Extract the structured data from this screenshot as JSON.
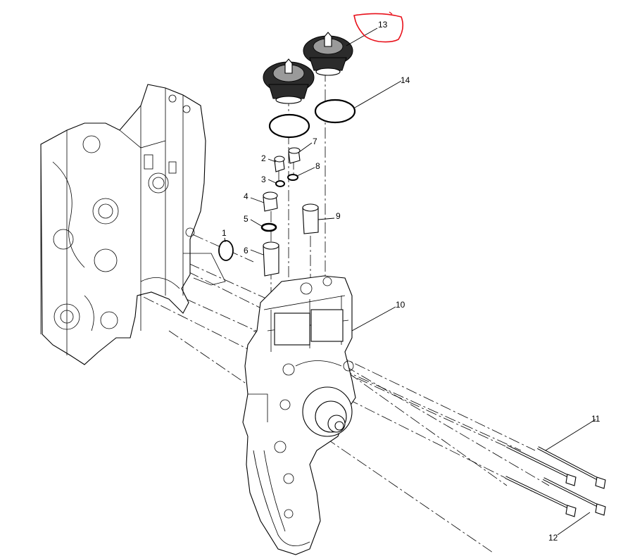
{
  "callouts": {
    "c1": "1",
    "c2": "2",
    "c3": "3",
    "c4": "4",
    "c5": "5",
    "c6": "6",
    "c7": "7",
    "c8": "8",
    "c9": "9",
    "c10": "10",
    "c11": "11",
    "c12": "12",
    "c13": "13",
    "c14": "14"
  },
  "colors": {
    "line": "#000000",
    "background": "#ffffff",
    "highlight": "#e8101a",
    "dark_fill": "#2b2b2b"
  },
  "highlighted_callout": "13"
}
